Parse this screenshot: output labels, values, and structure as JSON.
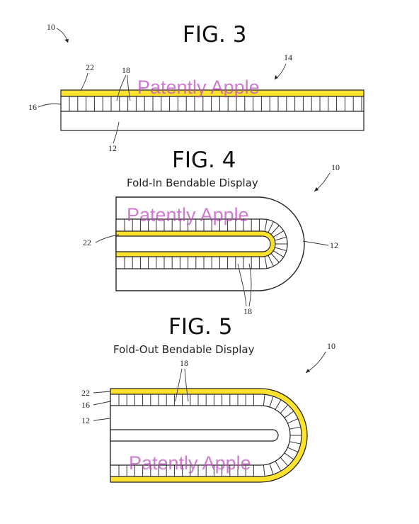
{
  "figures": {
    "fig3": {
      "title": "FIG. 3",
      "refs": {
        "r10": "10",
        "r14": "14",
        "r22": "22",
        "r18": "18",
        "r16": "16",
        "r12": "12"
      }
    },
    "fig4": {
      "title": "FIG. 4",
      "subtitle": "Fold-In Bendable Display",
      "refs": {
        "r10": "10",
        "r22": "22",
        "r12": "12",
        "r18": "18"
      }
    },
    "fig5": {
      "title": "FIG. 5",
      "subtitle": "Fold-Out Bendable Display",
      "refs": {
        "r10": "10",
        "r18": "18",
        "r22": "22",
        "r16": "16",
        "r12": "12"
      }
    }
  },
  "watermark": "Patently Apple",
  "colors": {
    "layer_22": "#ffe22e",
    "line": "#222222",
    "watermark": "#c050c0",
    "background": "#ffffff"
  }
}
